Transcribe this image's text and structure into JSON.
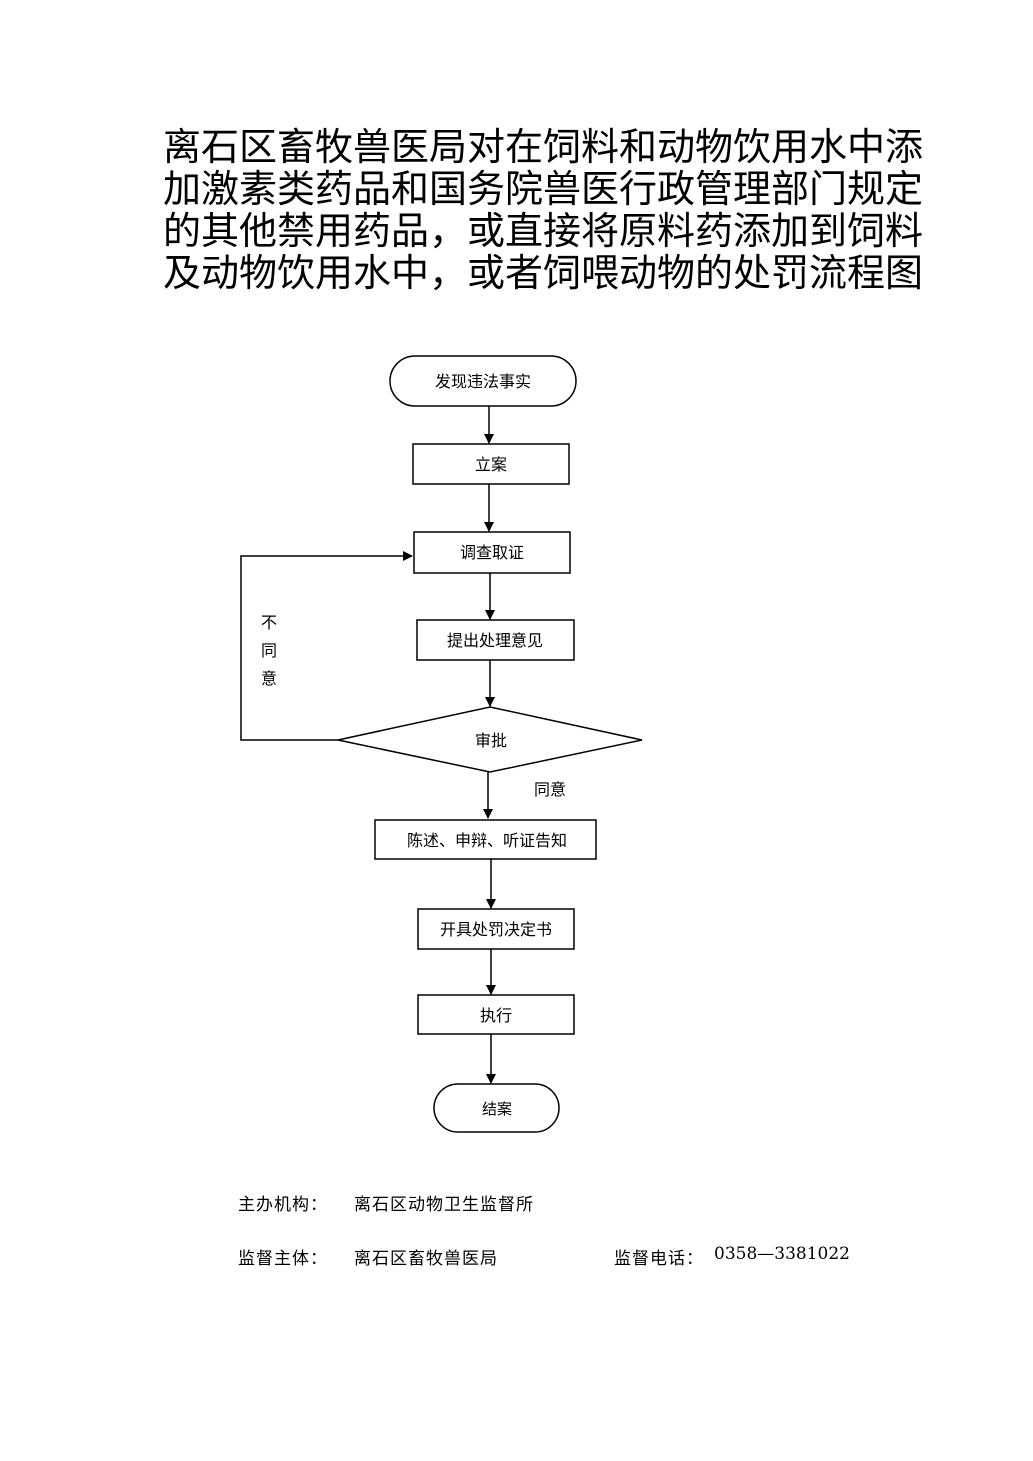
{
  "title_lines": [
    "离石区畜牧兽医局对在饲料和动物饮用水中添",
    "加激素类药品和国务院兽医行政管理部门规定",
    "的其他禁用药品，或直接将原料药添加到饲料",
    "及动物饮用水中，或者饲喂动物的处罚流程图"
  ],
  "flow": {
    "start": "发现违法事实",
    "file_case": "立案",
    "investigate": "调查取证",
    "propose": "提出处理意见",
    "approve": "审批",
    "disagree_chars": [
      "不",
      "同",
      "意"
    ],
    "agree": "同意",
    "statement": "陈述、申辩、听证告知",
    "decision": "开具处罚决定书",
    "execute": "执行",
    "end": "结案"
  },
  "footer": {
    "organizer_label": "主办机构：",
    "organizer_value": "离石区动物卫生监督所",
    "supervisor_label": "监督主体：",
    "supervisor_value": "离石区畜牧兽医局",
    "phone_label": "监督电话：",
    "phone_value": "0358—3381022"
  }
}
